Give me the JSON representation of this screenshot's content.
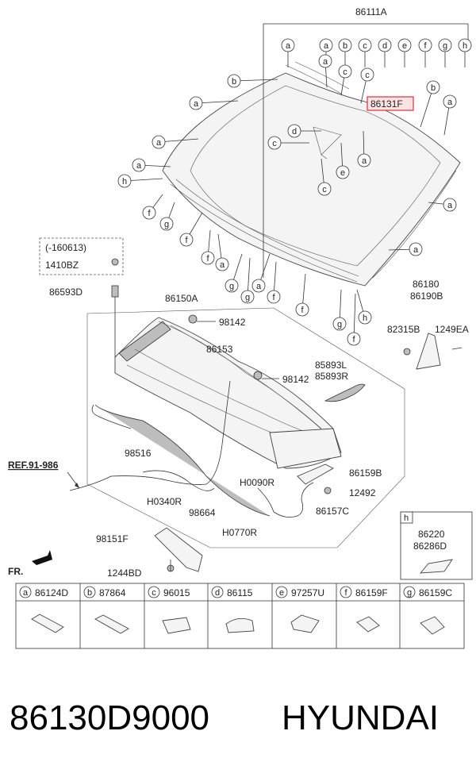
{
  "top_assembly": "86111A",
  "highlight_part": "86131F",
  "cowl_assembly": "86150A",
  "labels": {
    "p86153": "86153",
    "p98142a": "98142",
    "p98142b": "98142",
    "p85893L": "85893L",
    "p85893R": "85893R",
    "p86180": "86180",
    "p86190B": "86190B",
    "p82315B": "82315B",
    "p1249EA": "1249EA",
    "date_note": "(-160613)",
    "p1410BZ": "1410BZ",
    "p86593D": "86593D",
    "p98516": "98516",
    "pH0090R": "H0090R",
    "pH0340R": "H0340R",
    "p98664": "98664",
    "pH0770R": "H0770R",
    "p86159B": "86159B",
    "p12492": "12492",
    "p86157C": "86157C",
    "p98151F": "98151F",
    "p1244BD": "1244BD",
    "ref": "REF.91-986",
    "fr": "FR.",
    "h_title": "h",
    "p86220": "86220",
    "p86286D": "86286D"
  },
  "callout_row": [
    "a",
    "a",
    "b",
    "c",
    "d",
    "e",
    "f",
    "g",
    "h"
  ],
  "callouts_left": [
    "a",
    "b",
    "a",
    "a",
    "a",
    "h",
    "f",
    "g",
    "f",
    "f",
    "a",
    "g",
    "g",
    "a",
    "f",
    "f",
    "g",
    "f"
  ],
  "callouts_right": [
    "a",
    "c",
    "c",
    "b",
    "a",
    "d",
    "c",
    "e",
    "a",
    "c",
    "a",
    "a",
    "h"
  ],
  "legend": [
    {
      "letter": "a",
      "part": "86124D"
    },
    {
      "letter": "b",
      "part": "87864"
    },
    {
      "letter": "c",
      "part": "96015"
    },
    {
      "letter": "d",
      "part": "86115"
    },
    {
      "letter": "e",
      "part": "97257U"
    },
    {
      "letter": "f",
      "part": "86159F"
    },
    {
      "letter": "g",
      "part": "86159C"
    }
  ],
  "footer": {
    "part_number": "86130D9000",
    "brand": "HYUNDAI"
  },
  "colors": {
    "highlight_stroke": "#e0303a",
    "highlight_fill": "#fbe3e4",
    "line": "#333333"
  }
}
